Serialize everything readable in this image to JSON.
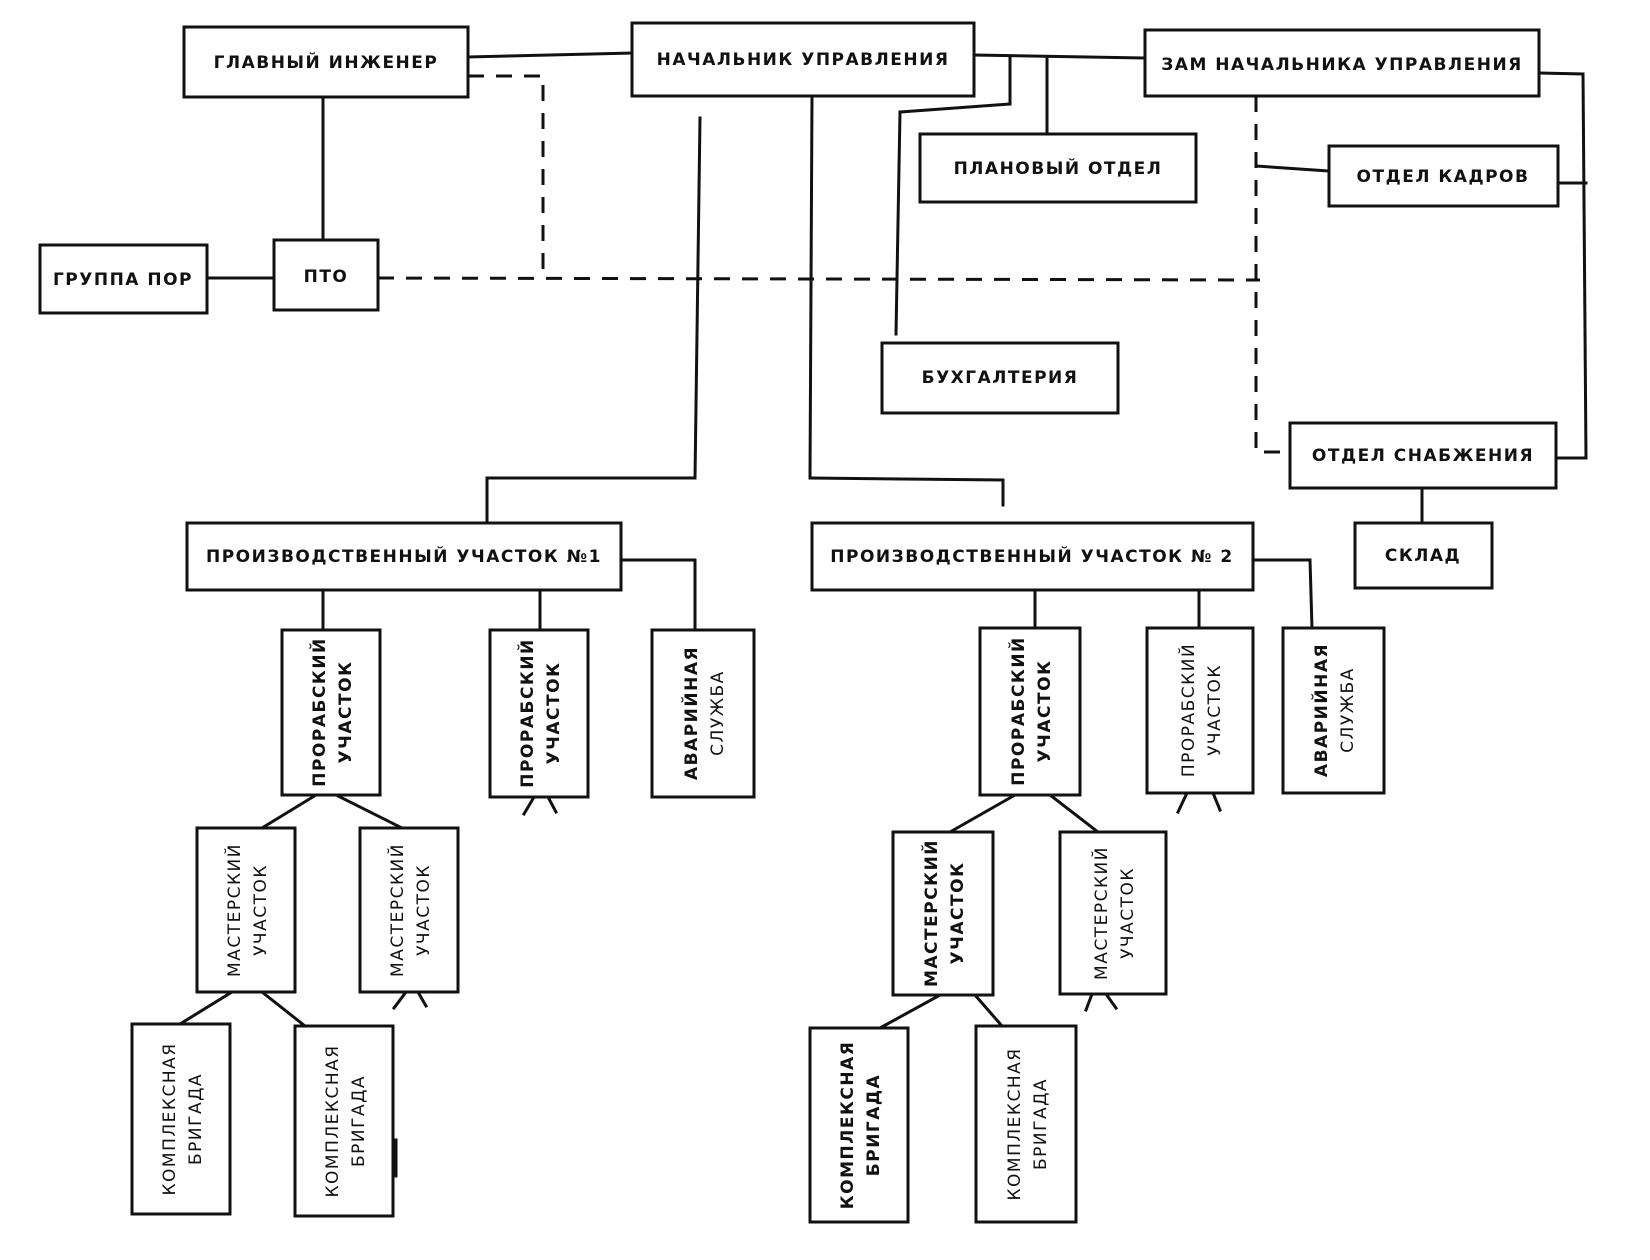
{
  "diagram": {
    "nodes": {
      "chief_engineer": "ГЛАВНЫЙ ИНЖЕНЕР",
      "head": "НАЧАЛЬНИК УПРАВЛЕНИЯ",
      "deputy_head": "ЗАМ  НАЧАЛЬНИКА УПРАВЛЕНИЯ",
      "planning_dept": "ПЛАНОВЫЙ ОТДЕЛ",
      "hr_dept": "ОТДЕЛ КАДРОВ",
      "por_group": "ГРУППА ПОР",
      "pto": "ПТО",
      "accounting": "БУХГАЛТЕРИЯ",
      "supply_dept": "ОТДЕЛ СНАБЖЕНИЯ",
      "warehouse": "СКЛАД",
      "prod_area_1": "ПРОИЗВОДСТВЕННЫЙ УЧАСТОК №1",
      "prod_area_2": "ПРОИЗВОДСТВЕННЫЙ УЧАСТОК № 2"
    },
    "vertical_nodes": {
      "foreman_area_a": [
        "ПРОРАБСКИЙ",
        "УЧАСТОК"
      ],
      "foreman_area_b": [
        "ПРОРАБСКИЙ",
        "УЧАСТОК"
      ],
      "emergency_1": [
        "АВАРИЙНАЯ",
        "СЛУЖБА"
      ],
      "foreman_area_c": [
        "ПРОРАБСКИЙ",
        "УЧАСТОК"
      ],
      "foreman_area_d": [
        "ПРОРАБСКИЙ",
        "УЧАСТОК"
      ],
      "emergency_2": [
        "АВАРИЙНАЯ",
        "СЛУЖБА"
      ],
      "master_area_a": [
        "МАСТЕРСКИЙ",
        "УЧАСТОК"
      ],
      "master_area_b": [
        "МАСТЕРСКИЙ",
        "УЧАСТОК"
      ],
      "master_area_c": [
        "МАСТЕРСКИЙ",
        "УЧАСТОК"
      ],
      "master_area_d": [
        "МАСТЕРСКИЙ",
        "УЧАСТОК"
      ],
      "brigade_a": [
        "КОМПЛЕКСНАЯ",
        "БРИГАДА"
      ],
      "brigade_b": [
        "КОМПЛЕКСНАЯ",
        "БРИГАДА"
      ],
      "brigade_c": [
        "КОМПЛЕКСНАЯ",
        "БРИГАДА"
      ],
      "brigade_d": [
        "КОМПЛЕКСНАЯ",
        "БРИГАДА"
      ]
    }
  }
}
